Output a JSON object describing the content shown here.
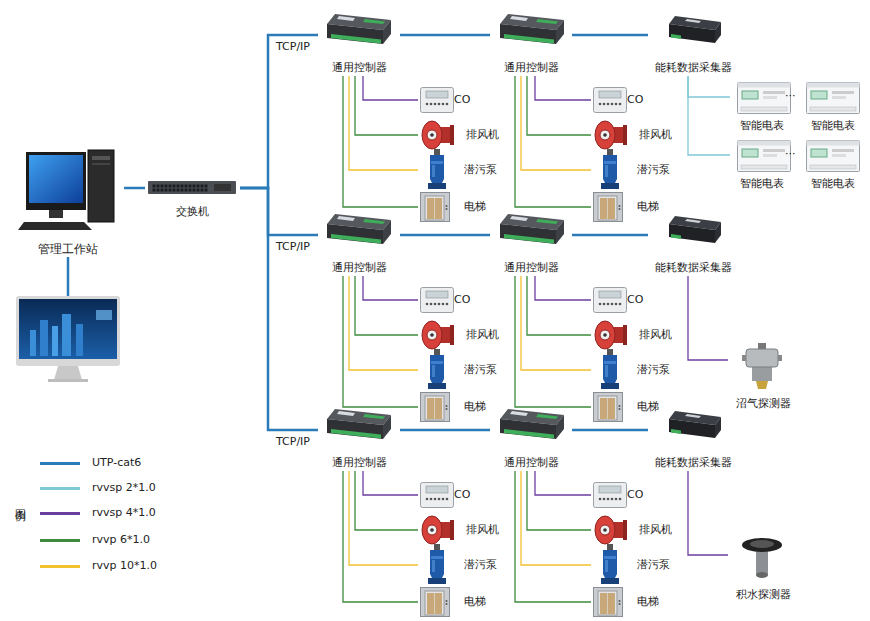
{
  "diagram": {
    "nodes": [
      {
        "text": [
          "管理工作站"
        ]
      },
      {
        "text": [
          "交换机"
        ]
      },
      {
        "text": [
          "通用控制器"
        ]
      },
      {
        "text": [
          "通用控制器"
        ]
      },
      {
        "text": [
          "能耗数据采集器"
        ]
      },
      {
        "text": [
          "CO"
        ]
      },
      {
        "text": [
          "排风机"
        ]
      },
      {
        "text": [
          "潜污泵"
        ]
      },
      {
        "text": [
          "电梯"
        ]
      },
      {
        "text": [
          "CO"
        ]
      },
      {
        "text": [
          "排风机"
        ]
      },
      {
        "text": [
          "潜污泵"
        ]
      },
      {
        "text": [
          "电梯"
        ]
      },
      {
        "text": [
          "智能电表"
        ]
      },
      {
        "text": [
          "智能电表"
        ]
      },
      {
        "text": [
          "智能电表"
        ]
      },
      {
        "text": [
          "智能电表"
        ]
      },
      {
        "text": [
          "通用控制器"
        ]
      },
      {
        "text": [
          "通用控制器"
        ]
      },
      {
        "text": [
          "能耗数据采集器"
        ]
      },
      {
        "text": [
          "CO"
        ]
      },
      {
        "text": [
          "排风机"
        ]
      },
      {
        "text": [
          "潜污泵"
        ]
      },
      {
        "text": [
          "电梯"
        ]
      },
      {
        "text": [
          "CO"
        ]
      },
      {
        "text": [
          "排风机"
        ]
      },
      {
        "text": [
          "潜污泵"
        ]
      },
      {
        "text": [
          "电梯"
        ]
      },
      {
        "text": [
          "沼气探测器"
        ]
      },
      {
        "text": [
          "通用控制器"
        ]
      },
      {
        "text": [
          "通用控制器"
        ]
      },
      {
        "text": [
          "能耗数据采集器"
        ]
      },
      {
        "text": [
          "CO"
        ]
      },
      {
        "text": [
          "排风机"
        ]
      },
      {
        "text": [
          "潜污泵"
        ]
      },
      {
        "text": [
          "电梯"
        ]
      },
      {
        "text": [
          "CO"
        ]
      },
      {
        "text": [
          "排风机"
        ]
      },
      {
        "text": [
          "潜污泵"
        ]
      },
      {
        "text": [
          "电梯"
        ]
      },
      {
        "text": [
          "积水探测器"
        ]
      }
    ],
    "edges": [
      {
        "from": 0,
        "to": 1,
        "arrow": "none"
      },
      {
        "from": 1,
        "to": 2,
        "label": "TCP/IP",
        "arrow": "none"
      },
      {
        "from": 2,
        "to": 3,
        "arrow": "none"
      },
      {
        "from": 3,
        "to": 4,
        "arrow": "none"
      },
      {
        "from": 2,
        "to": 5,
        "arrow": "none"
      },
      {
        "from": 2,
        "to": 6,
        "arrow": "none"
      },
      {
        "from": 2,
        "to": 7,
        "arrow": "none"
      },
      {
        "from": 2,
        "to": 8,
        "arrow": "none"
      },
      {
        "from": 3,
        "to": 9,
        "arrow": "none"
      },
      {
        "from": 3,
        "to": 10,
        "arrow": "none"
      },
      {
        "from": 3,
        "to": 11,
        "arrow": "none"
      },
      {
        "from": 3,
        "to": 12,
        "arrow": "none"
      },
      {
        "from": 4,
        "to": 13,
        "arrow": "none"
      },
      {
        "from": 4,
        "to": 15,
        "arrow": "none"
      },
      {
        "from": 1,
        "to": 17,
        "label": "TCP/IP",
        "arrow": "none"
      },
      {
        "from": 17,
        "to": 18,
        "arrow": "none"
      },
      {
        "from": 18,
        "to": 19,
        "arrow": "none"
      },
      {
        "from": 17,
        "to": 20,
        "arrow": "none"
      },
      {
        "from": 17,
        "to": 21,
        "arrow": "none"
      },
      {
        "from": 17,
        "to": 22,
        "arrow": "none"
      },
      {
        "from": 17,
        "to": 23,
        "arrow": "none"
      },
      {
        "from": 18,
        "to": 24,
        "arrow": "none"
      },
      {
        "from": 18,
        "to": 25,
        "arrow": "none"
      },
      {
        "from": 18,
        "to": 26,
        "arrow": "none"
      },
      {
        "from": 18,
        "to": 27,
        "arrow": "none"
      },
      {
        "from": 19,
        "to": 28,
        "arrow": "none"
      },
      {
        "from": 1,
        "to": 29,
        "label": "TCP/IP",
        "arrow": "none"
      },
      {
        "from": 29,
        "to": 30,
        "arrow": "none"
      },
      {
        "from": 30,
        "to": 31,
        "arrow": "none"
      },
      {
        "from": 29,
        "to": 32,
        "arrow": "none"
      },
      {
        "from": 29,
        "to": 33,
        "arrow": "none"
      },
      {
        "from": 29,
        "to": 34,
        "arrow": "none"
      },
      {
        "from": 29,
        "to": 35,
        "arrow": "none"
      },
      {
        "from": 30,
        "to": 36,
        "arrow": "none"
      },
      {
        "from": 30,
        "to": 37,
        "arrow": "none"
      },
      {
        "from": 30,
        "to": 38,
        "arrow": "none"
      },
      {
        "from": 30,
        "to": 39,
        "arrow": "none"
      },
      {
        "from": 31,
        "to": 40,
        "arrow": "none"
      }
    ],
    "labels": [
      "···",
      "···",
      "图例"
    ],
    "legend": [
      {
        "text": "UTP-cat6",
        "color": "#2b7bb9"
      },
      {
        "text": "rvvsp 2*1.0",
        "color": "#7fc8d6"
      },
      {
        "text": "rvvsp 4*1.0",
        "color": "#6b3fa0"
      },
      {
        "text": "rvvp 6*1.0",
        "color": "#3d8b3d"
      },
      {
        "text": "rvvp 10*1.0",
        "color": "#f2c12e"
      }
    ]
  }
}
